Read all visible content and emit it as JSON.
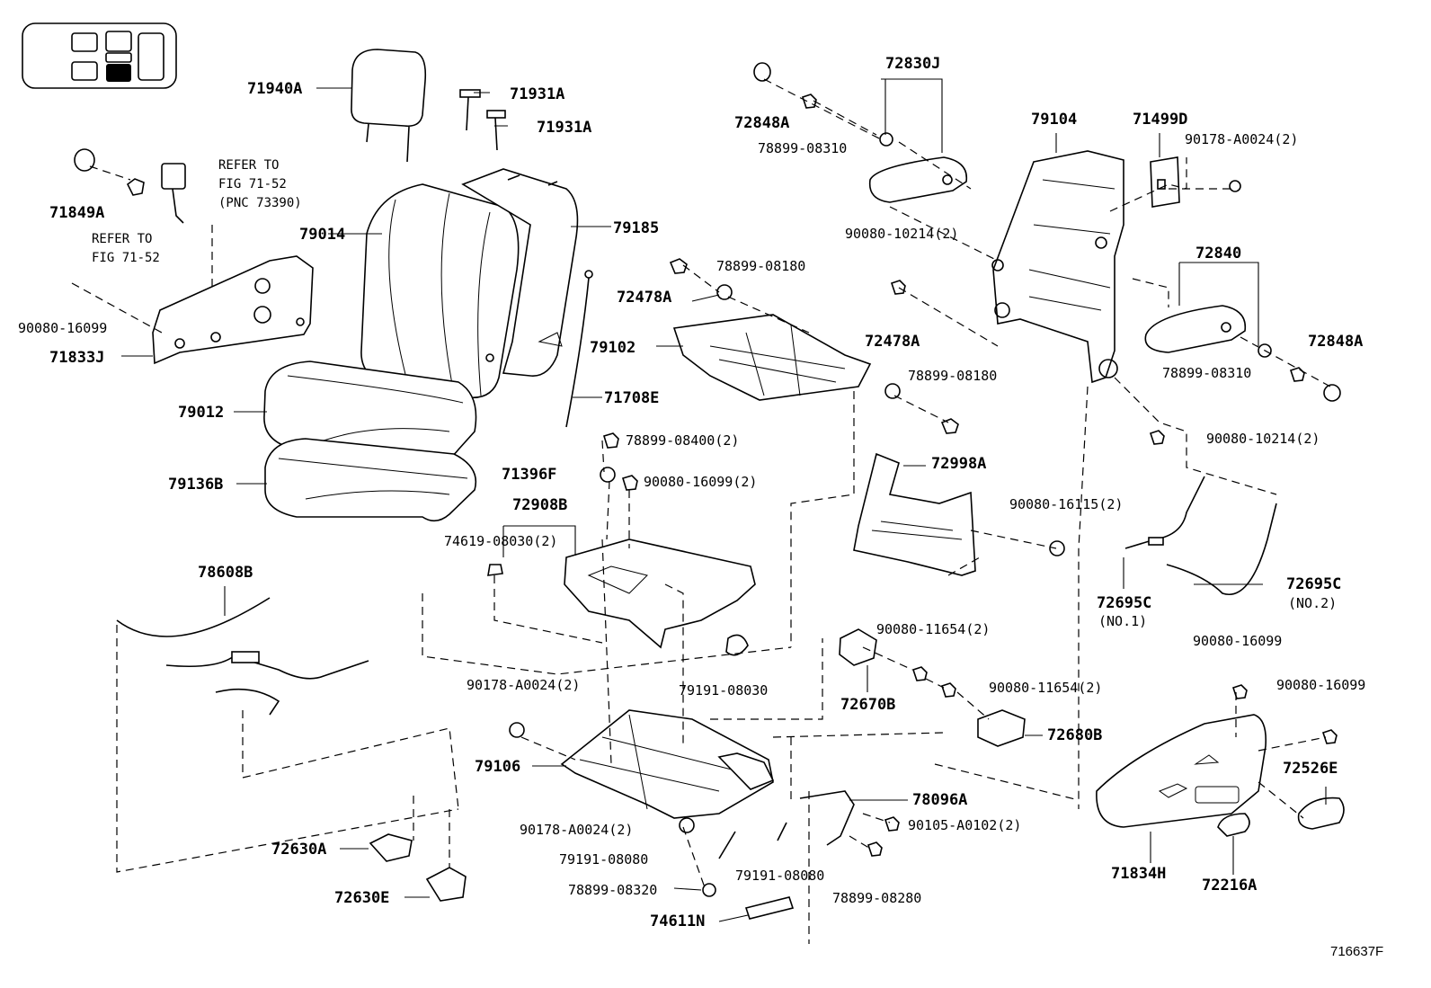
{
  "figure_id": "716637F",
  "notes": {
    "refer_a_l1": "REFER TO",
    "refer_a_l2": "FIG 71-52",
    "refer_a_l3": "(PNC 73390)",
    "refer_b_l1": "REFER TO",
    "refer_b_l2": "FIG 71-52"
  },
  "parts": {
    "p71940A": "71940A",
    "p71931A_1": "71931A",
    "p71931A_2": "71931A",
    "p71849A": "71849A",
    "p90080_16099_left": "90080-16099",
    "p71833J": "71833J",
    "p79014": "79014",
    "p79185": "79185",
    "p79012": "79012",
    "p79136B": "79136B",
    "p71708E": "71708E",
    "p72848A_top": "72848A",
    "p78899_08310_top": "78899-08310",
    "p72830J": "72830J",
    "p79104": "79104",
    "p71499D": "71499D",
    "p90178_A0024_top": "90178-A0024(2)",
    "p90080_10214_top": "90080-10214(2)",
    "p72840": "72840",
    "p72848A_right": "72848A",
    "p78899_08310_right": "78899-08310",
    "p78899_08180_top": "78899-08180",
    "p72478A_left": "72478A",
    "p79102": "79102",
    "p72478A_mid": "72478A",
    "p78899_08180_mid": "78899-08180",
    "p90080_10214_right": "90080-10214(2)",
    "p78899_08400": "78899-08400(2)",
    "p71396F": "71396F",
    "p90080_16099_mid": "90080-16099(2)",
    "p72998A": "72998A",
    "p72908B": "72908B",
    "p74619_08030": "74619-08030(2)",
    "p90080_16115": "90080-16115(2)",
    "p72695C_no1": "72695C",
    "p72695C_no1_sub": "(NO.1)",
    "p72695C_no2": "72695C",
    "p72695C_no2_sub": "(NO.2)",
    "p78608B": "78608B",
    "p90080_11654_a": "90080-11654(2)",
    "p72670B": "72670B",
    "p90080_11654_b": "90080-11654(2)",
    "p79191_08030": "79191-08030",
    "p90178_A0024_mid": "90178-A0024(2)",
    "p72680B": "72680B",
    "p90080_16099_r1": "90080-16099",
    "p90080_16099_r2": "90080-16099",
    "p72526E": "72526E",
    "p79106": "79106",
    "p78096A": "78096A",
    "p90105_A0102": "90105-A0102(2)",
    "p90178_A0024_low": "90178-A0024(2)",
    "p79191_08080_a": "79191-08080",
    "p79191_08080_b": "79191-08080",
    "p72630A": "72630A",
    "p72630E": "72630E",
    "p78899_08320": "78899-08320",
    "p78899_08280": "78899-08280",
    "p74611N": "74611N",
    "p71834H": "71834H",
    "p72216A": "72216A"
  }
}
